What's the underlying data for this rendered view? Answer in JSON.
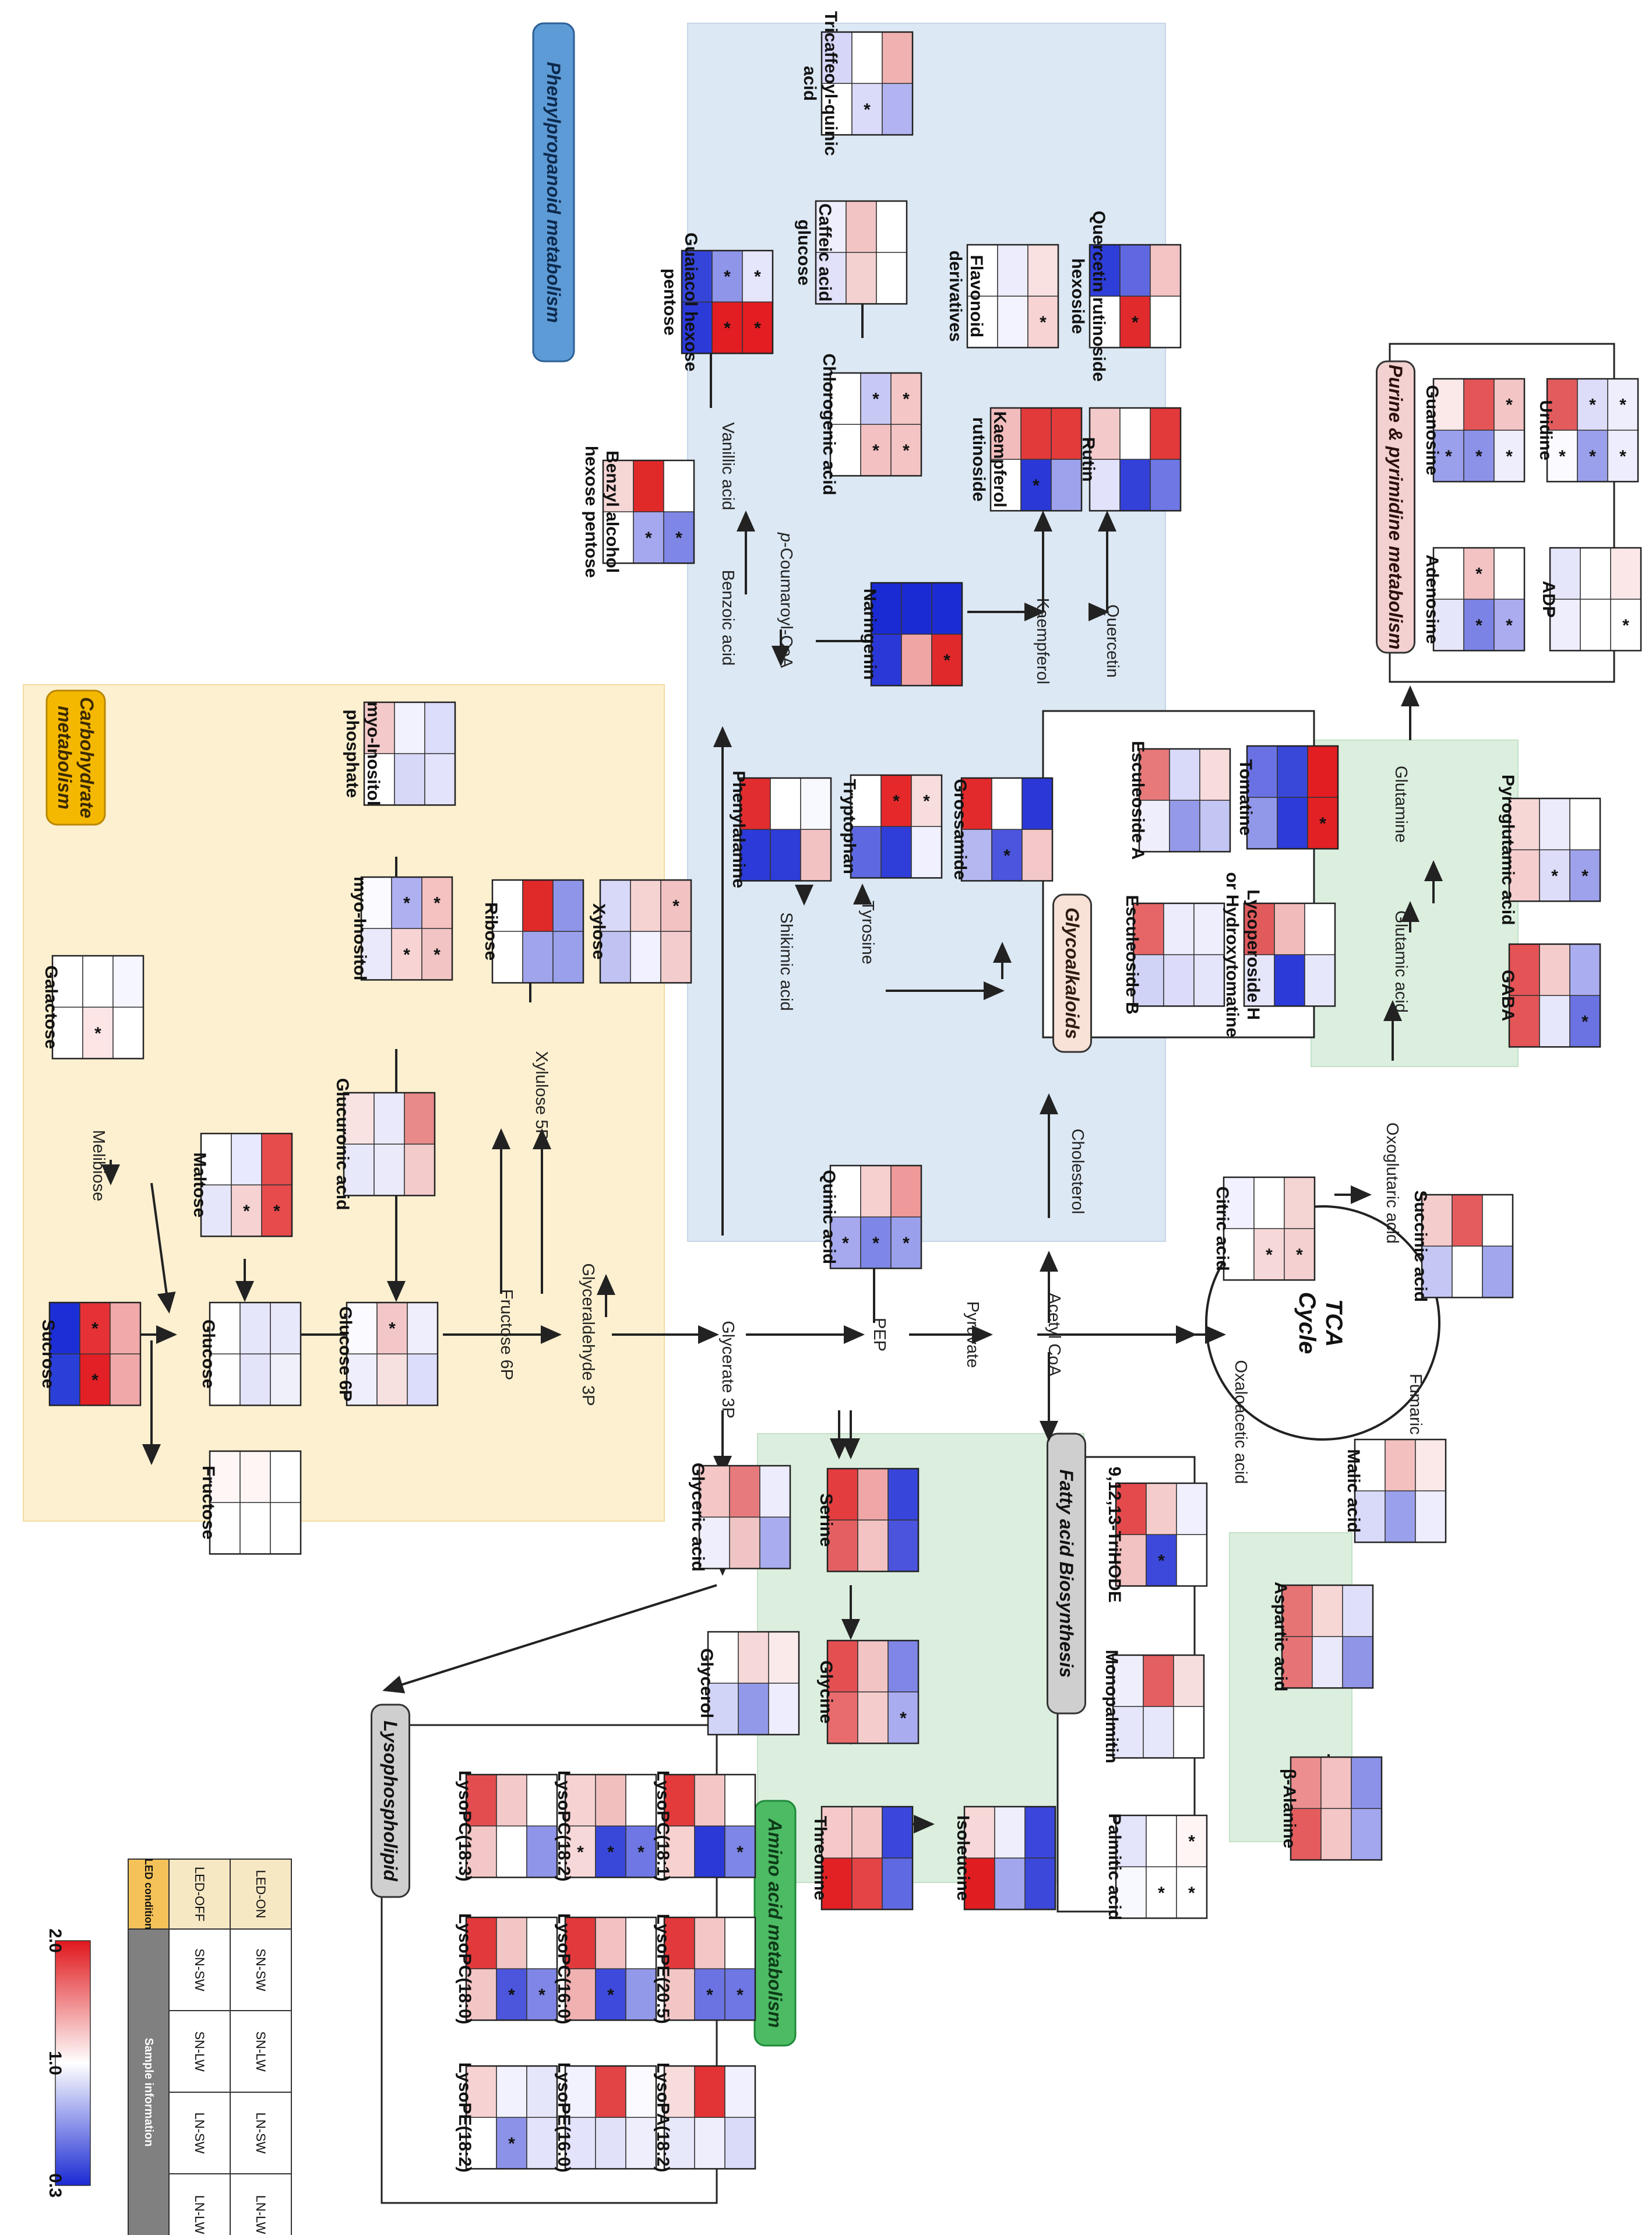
{
  "pathways": [
    {
      "id": "carb",
      "title": "Carbohydrate metabolism",
      "fill": "#fdf0d0"
    },
    {
      "id": "phenyl",
      "title": "Phenylpropanoid metabolism",
      "fill": "#dce8f3"
    },
    {
      "id": "amino",
      "title": "Amino acid metabolism",
      "fill": "#dcefdf"
    },
    {
      "id": "glyco",
      "title": "Glycoalkaloids",
      "fill": "#f8e1d6"
    },
    {
      "id": "fatty",
      "title": "Fatty acid Biosynthesis",
      "fill": "#d0d0d0"
    },
    {
      "id": "lyso",
      "title": "Lysophospholipid",
      "fill": "#d0d0d0"
    },
    {
      "id": "purine",
      "title": "Purine & pyrimidine metabolism",
      "fill": "#f3d1d1"
    },
    {
      "id": "tca",
      "title": "TCA Cycle",
      "fill": "#ffffff"
    }
  ],
  "intermediates": [
    "Melibiose",
    "Fructose 6P",
    "Glyceraldehyde 3P",
    "Xylulose 5P",
    "Glycerate 3P",
    "PEP",
    "Pyruvate",
    "Acetyl CoA",
    "Benzoic acid",
    "Vanillic acid",
    "p-Coumaroyl-CoA",
    "Shikimic acid",
    "Tyrosine",
    "Kaempferol",
    "Quercetin",
    "Cholesterol",
    "Oxaloacetic acid",
    "Fumaric acid",
    "Oxoglutaric acid",
    "Glutamic acid",
    "Glutamine"
  ],
  "metabolites": [
    {
      "name": "Sucrose",
      "cells": [
        [
          "#1c2fd6",
          "#e63236",
          "#f2a9a9"
        ],
        [
          "#2a3fd8",
          "#e22025",
          "#f0a8a8"
        ]
      ],
      "stars": [
        [
          0,
          1
        ],
        [
          1,
          1
        ]
      ]
    },
    {
      "name": "Galactose",
      "cells": [
        [
          "#ffffff",
          "#ffffff",
          "#f6f6ff"
        ],
        [
          "#ffffff",
          "#fde5e5",
          "#ffffff"
        ]
      ],
      "stars": [
        [
          1,
          1
        ]
      ]
    },
    {
      "name": "Maltose",
      "cells": [
        [
          "#ffffff",
          "#e8e8ff",
          "#e54c4c"
        ],
        [
          "#e6e6fb",
          "#f6d2d2",
          "#e74b4b"
        ]
      ],
      "stars": [
        [
          1,
          1
        ],
        [
          1,
          2
        ]
      ]
    },
    {
      "name": "Glucose",
      "cells": [
        [
          "#ffffff",
          "#e6e6fb",
          "#e8e8fb"
        ],
        [
          "#ffffff",
          "#e3e3fa",
          "#f0f0fb"
        ]
      ],
      "stars": []
    },
    {
      "name": "Fructose",
      "cells": [
        [
          "#fff6f6",
          "#fff5f5",
          "#ffffff"
        ],
        [
          "#ffffff",
          "#ffffff",
          "#ffffff"
        ]
      ],
      "stars": []
    },
    {
      "name": "Glucose 6P",
      "cells": [
        [
          "#fbfbff",
          "#f3c7c7",
          "#eeeefd"
        ],
        [
          "#eeeefc",
          "#f7e0e0",
          "#dcdcfb"
        ]
      ],
      "stars": [
        [
          0,
          1
        ]
      ]
    },
    {
      "name": "Glucuronic acid",
      "cells": [
        [
          "#f8e2e2",
          "#e9e9fb",
          "#e88a8a"
        ],
        [
          "#e8e8fb",
          "#eaeafb",
          "#f3cbcb"
        ]
      ],
      "stars": []
    },
    {
      "name": "myo-Inositol",
      "cells": [
        [
          "#fbfbff",
          "#aeb0f0",
          "#f6c1c1"
        ],
        [
          "#e9e9fb",
          "#f7d3d3",
          "#f3c4c4"
        ]
      ],
      "stars": [
        [
          0,
          1
        ],
        [
          0,
          2
        ],
        [
          1,
          1
        ],
        [
          1,
          2
        ]
      ]
    },
    {
      "name": "myo-Inositol phosphate",
      "cells": [
        [
          "#f4c9c9",
          "#f2f2ff",
          "#dcdcfb"
        ],
        [
          "#ffffff",
          "#d7d7f8",
          "#e3e3fb"
        ]
      ],
      "stars": []
    },
    {
      "name": "Ribose",
      "cells": [
        [
          "#ffffff",
          "#e02929",
          "#8f95e8"
        ],
        [
          "#ffffff",
          "#a0a4ec",
          "#9aa0eb"
        ]
      ],
      "stars": []
    },
    {
      "name": "Xylose",
      "cells": [
        [
          "#d8d8f9",
          "#f6d3d3",
          "#f2c1c1"
        ],
        [
          "#c0c3f2",
          "#f1f1ff",
          "#f3cdcd"
        ]
      ],
      "stars": [
        [
          0,
          2
        ]
      ]
    },
    {
      "name": "Benzyl alcohol hexose pentose",
      "cells": [
        [
          "#f7d6d6",
          "#e02a2a",
          "#ffffff"
        ],
        [
          "#ffffff",
          "#a5a8ee",
          "#7e86e6"
        ]
      ],
      "stars": [
        [
          1,
          1
        ],
        [
          1,
          2
        ]
      ]
    },
    {
      "name": "Guaiacol hexose pentose",
      "cells": [
        [
          "#3545da",
          "#8f95e8",
          "#e5e5fb"
        ],
        [
          "#2c3ad8",
          "#e21e22",
          "#e31d21"
        ]
      ],
      "stars": [
        [
          0,
          1
        ],
        [
          0,
          2
        ],
        [
          1,
          1
        ],
        [
          1,
          2
        ]
      ]
    },
    {
      "name": "Chlorogenic acid",
      "cells": [
        [
          "#ffffff",
          "#c7c9f4",
          "#f4c6c6"
        ],
        [
          "#ffffff",
          "#f3c1c1",
          "#f4c4c4"
        ]
      ],
      "stars": [
        [
          0,
          1
        ],
        [
          0,
          2
        ],
        [
          1,
          1
        ],
        [
          1,
          2
        ]
      ]
    },
    {
      "name": "Caffeic acid glucose",
      "cells": [
        [
          "#eeeefd",
          "#f3c4c4",
          "#ffffff"
        ],
        [
          "#e1e1fa",
          "#f3d1d1",
          "#ffffff"
        ]
      ],
      "stars": []
    },
    {
      "name": "Tricaffeoyl-quinic acid",
      "cells": [
        [
          "#d6d6f8",
          "#ffffff",
          "#f0b1b1"
        ],
        [
          "#ffffff",
          "#dadaf9",
          "#b1b4f0"
        ]
      ],
      "stars": [
        [
          1,
          1
        ]
      ]
    },
    {
      "name": "Naringenin",
      "cells": [
        [
          "#1a2bd3",
          "#1b2bd3",
          "#1c2cd4"
        ],
        [
          "#2a38d7",
          "#f0a5a5",
          "#e0292b"
        ]
      ],
      "stars": [
        [
          1,
          2
        ]
      ]
    },
    {
      "name": "Flavonoid derivatives",
      "cells": [
        [
          "#ffffff",
          "#ececfc",
          "#f9e1e1"
        ],
        [
          "#ffffff",
          "#f3f3ff",
          "#f7d3d3"
        ]
      ],
      "stars": [
        [
          1,
          2
        ]
      ]
    },
    {
      "name": "Kaempferol rutinoside",
      "cells": [
        [
          "#f2bcbc",
          "#e23a3a",
          "#e33a3a"
        ],
        [
          "#ffffff",
          "#2a38d7",
          "#9ea2ec"
        ]
      ],
      "stars": [
        [
          1,
          1
        ]
      ]
    },
    {
      "name": "Quercetin rutinoside hexoside",
      "cells": [
        [
          "#2e3ed8",
          "#5f68e1",
          "#f4c4c4"
        ],
        [
          "#ffffff",
          "#e12a2c",
          "#ffffff"
        ]
      ],
      "stars": [
        [
          1,
          1
        ]
      ]
    },
    {
      "name": "Rutin",
      "cells": [
        [
          "#f4c9c9",
          "#ffffff",
          "#e23a3a"
        ],
        [
          "#e2e2fb",
          "#3441d9",
          "#6e77e4"
        ]
      ],
      "stars": []
    },
    {
      "name": "Phenylalanine",
      "cells": [
        [
          "#e22d30",
          "#ffffff",
          "#f8f8ff"
        ],
        [
          "#2b3ad8",
          "#2e3cd8",
          "#f2c2c2"
        ]
      ],
      "stars": []
    },
    {
      "name": "Tryptophan",
      "cells": [
        [
          "#ffffff",
          "#e5292b",
          "#f8dddd"
        ],
        [
          "#5e69e1",
          "#2f3ed8",
          "#f0f0ff"
        ]
      ],
      "stars": [
        [
          0,
          1
        ],
        [
          0,
          2
        ]
      ]
    },
    {
      "name": "Grossamide",
      "cells": [
        [
          "#e22a2c",
          "#ffffff",
          "#2b38d7"
        ],
        [
          "#b4b7f0",
          "#4b55dd",
          "#f4c8c8"
        ]
      ],
      "stars": [
        [
          1,
          1
        ]
      ]
    },
    {
      "name": "Quinic acid",
      "cells": [
        [
          "#ffffff",
          "#f6cfcf",
          "#ef9a9a"
        ],
        [
          "#a6a9ee",
          "#7e86e6",
          "#9aa0eb"
        ]
      ],
      "stars": [
        [
          1,
          0
        ],
        [
          1,
          1
        ],
        [
          1,
          2
        ]
      ]
    },
    {
      "name": "Esculeoside A",
      "cells": [
        [
          "#e7797b",
          "#d9d9f9",
          "#f8dcdc"
        ],
        [
          "#eeeefd",
          "#9499e9",
          "#c3c6f3"
        ]
      ],
      "stars": []
    },
    {
      "name": "Tomatine",
      "cells": [
        [
          "#6a72e3",
          "#3a48da",
          "#e21e22"
        ],
        [
          "#9298e9",
          "#2d3bd8",
          "#e12124"
        ]
      ],
      "stars": [
        [
          1,
          2
        ]
      ]
    },
    {
      "name": "Esculeoside B",
      "cells": [
        [
          "#e66567",
          "#ececfc",
          "#eeeefd"
        ],
        [
          "#d0d2f6",
          "#dcdcfa",
          "#e4e4fb"
        ]
      ],
      "stars": []
    },
    {
      "name": "Lycoperoside H or Hydroxytomatine",
      "cells": [
        [
          "#e15b5d",
          "#f2bbbb",
          "#ffffff"
        ],
        [
          "#e6e6fb",
          "#2c3ad8",
          "#e7e7fb"
        ]
      ],
      "stars": []
    },
    {
      "name": "Citric acid",
      "cells": [
        [
          "#f1f1ff",
          "#ffffff",
          "#f5d4d4"
        ],
        [
          "#ffffff",
          "#f7d8d8",
          "#f4d0d0"
        ]
      ],
      "stars": [
        [
          1,
          1
        ],
        [
          1,
          2
        ]
      ]
    },
    {
      "name": "Succinic acid",
      "cells": [
        [
          "#f5cccc",
          "#e55c5e",
          "#ffffff"
        ],
        [
          "#c4c7f3",
          "#ffffff",
          "#a2a6ed"
        ]
      ],
      "stars": []
    },
    {
      "name": "Malic acid",
      "cells": [
        [
          "#ffffff",
          "#f3bfbf",
          "#fbe9e9"
        ],
        [
          "#d9d9f9",
          "#9aa0eb",
          "#ededfd"
        ]
      ],
      "stars": []
    },
    {
      "name": "Glyceric acid",
      "cells": [
        [
          "#f4c6c6",
          "#e77a7c",
          "#ececfd"
        ],
        [
          "#eeeefd",
          "#f0c4c4",
          "#a9acee"
        ]
      ],
      "stars": []
    },
    {
      "name": "Glycerol",
      "cells": [
        [
          "#ffffff",
          "#f7d8d8",
          "#fbeaea"
        ],
        [
          "#d2d4f7",
          "#9399e9",
          "#ededfd"
        ]
      ],
      "stars": []
    },
    {
      "name": "Serine",
      "cells": [
        [
          "#e33d3f",
          "#f0a6a6",
          "#3845da"
        ],
        [
          "#e35f61",
          "#f3c2c2",
          "#4a54dc"
        ]
      ],
      "stars": []
    },
    {
      "name": "Glycine",
      "cells": [
        [
          "#e44f51",
          "#f3c4c4",
          "#7f86e6"
        ],
        [
          "#e86b6d",
          "#f5cccc",
          "#a9acee"
        ]
      ],
      "stars": [
        [
          1,
          2
        ]
      ]
    },
    {
      "name": "Threonine",
      "cells": [
        [
          "#f5c9c9",
          "#f3c6c6",
          "#3a47da"
        ],
        [
          "#e22124",
          "#e44445",
          "#5f69e1"
        ]
      ],
      "stars": []
    },
    {
      "name": "Isoleucine",
      "cells": [
        [
          "#f7d7d7",
          "#eeeefd",
          "#3b47da"
        ],
        [
          "#e01e21",
          "#a2a6ed",
          "#3c48da"
        ]
      ],
      "stars": []
    },
    {
      "name": "Palmitic acid",
      "cells": [
        [
          "#e4e4fb",
          "#ffffff",
          "#fff5f5"
        ],
        [
          "#f8f8ff",
          "#ffffff",
          "#ffffff"
        ]
      ],
      "stars": [
        [
          0,
          2
        ],
        [
          1,
          1
        ],
        [
          1,
          2
        ]
      ]
    },
    {
      "name": "Monopalmitin",
      "cells": [
        [
          "#eeeefd",
          "#e35f61",
          "#f7dede"
        ],
        [
          "#e6e6fb",
          "#e7e7fb",
          "#ffffff"
        ]
      ],
      "stars": []
    },
    {
      "name": "9,12,13-TriHODE",
      "cells": [
        [
          "#e44a4c",
          "#f5cccc",
          "#f0f0ff"
        ],
        [
          "#f2c1c1",
          "#3d49da",
          "#ffffff"
        ]
      ],
      "stars": [
        [
          1,
          1
        ]
      ]
    },
    {
      "name": "Aspartic acid",
      "cells": [
        [
          "#e67475",
          "#f7d6d6",
          "#dfdffa"
        ],
        [
          "#e67476",
          "#e9e9fb",
          "#9095e8"
        ]
      ],
      "stars": []
    },
    {
      "name": "β-Alanine",
      "cells": [
        [
          "#ec8e8f",
          "#f3c1c1",
          "#8b92e8"
        ],
        [
          "#e55c5e",
          "#f4c6c6",
          "#a3a7ed"
        ]
      ],
      "stars": []
    },
    {
      "name": "GABA",
      "cells": [
        [
          "#e45355",
          "#f5cccc",
          "#aaadef"
        ],
        [
          "#e45557",
          "#e7e7fb",
          "#6b73e3"
        ]
      ],
      "stars": [
        [
          1,
          2
        ]
      ]
    },
    {
      "name": "Pyroglutamic acid",
      "cells": [
        [
          "#f7d6d6",
          "#ebebfc",
          "#ffffff"
        ],
        [
          "#f5cdcd",
          "#ddddfa",
          "#9ea2ec"
        ]
      ],
      "stars": [
        [
          1,
          1
        ],
        [
          1,
          2
        ]
      ]
    },
    {
      "name": "Adenosine",
      "cells": [
        [
          "#ffffff",
          "#f3c3c3",
          "#ffffff"
        ],
        [
          "#e6e6fb",
          "#7b83e5",
          "#ababef"
        ]
      ],
      "stars": [
        [
          0,
          1
        ],
        [
          1,
          1
        ],
        [
          1,
          2
        ]
      ]
    },
    {
      "name": "Guanosine",
      "cells": [
        [
          "#fbe8e8",
          "#e45557",
          "#f4c5c5"
        ],
        [
          "#9aa0eb",
          "#8c92e8",
          "#eeeefd"
        ]
      ],
      "stars": [
        [
          0,
          2
        ],
        [
          1,
          0
        ],
        [
          1,
          1
        ],
        [
          1,
          2
        ]
      ]
    },
    {
      "name": "ADP",
      "cells": [
        [
          "#e6e6fb",
          "#ffffff",
          "#fbe7e7"
        ],
        [
          "#eeeefd",
          "#ffffff",
          "#ffffff"
        ]
      ],
      "stars": [
        [
          1,
          2
        ]
      ]
    },
    {
      "name": "Uridine",
      "cells": [
        [
          "#e25c5e",
          "#ddddfa",
          "#eeeefd"
        ],
        [
          "#fbfbff",
          "#9aa0eb",
          "#ededfd"
        ]
      ],
      "stars": [
        [
          0,
          1
        ],
        [
          0,
          2
        ],
        [
          1,
          0
        ],
        [
          1,
          1
        ],
        [
          1,
          2
        ]
      ]
    },
    {
      "name": "LysoPE(18:2)",
      "cells": [
        [
          "#f7d2d2",
          "#f2f2ff",
          "#e6e6fb"
        ],
        [
          "#ffffff",
          "#8c92e8",
          "#e3e3fb"
        ]
      ],
      "stars": [
        [
          1,
          1
        ]
      ]
    },
    {
      "name": "LysoPC(18:0)",
      "cells": [
        [
          "#e23a3c",
          "#f3c6c6",
          "#ffffff"
        ],
        [
          "#f3c6c6",
          "#4c56dd",
          "#7f86e6"
        ]
      ],
      "stars": [
        [
          1,
          1
        ],
        [
          1,
          2
        ]
      ]
    },
    {
      "name": "LysoPC(18:3)",
      "cells": [
        [
          "#e44d4f",
          "#f4c9c9",
          "#ffffff"
        ],
        [
          "#f3c7c7",
          "#ffffff",
          "#8f95e8"
        ]
      ],
      "stars": []
    },
    {
      "name": "LysoPE(16:0)",
      "cells": [
        [
          "#f2f2ff",
          "#e24345",
          "#fbfbff"
        ],
        [
          "#e3e3fb",
          "#e1e1fa",
          "#eeeefd"
        ]
      ],
      "stars": []
    },
    {
      "name": "LysoPC(16:0)",
      "cells": [
        [
          "#e23a3c",
          "#f3c1c1",
          "#ffffff"
        ],
        [
          "#f0b1b1",
          "#3e4adb",
          "#9399e9"
        ]
      ],
      "stars": [
        [
          1,
          1
        ]
      ]
    },
    {
      "name": "LysoPC(18:2)",
      "cells": [
        [
          "#f6d2d2",
          "#f2bfbf",
          "#ffffff"
        ],
        [
          "#f7d8d8",
          "#3a48da",
          "#6e77e4"
        ]
      ],
      "stars": [
        [
          1,
          0
        ],
        [
          1,
          1
        ],
        [
          1,
          2
        ]
      ]
    },
    {
      "name": "LysoPA(18:2)",
      "cells": [
        [
          "#f8dcdc",
          "#e23436",
          "#f0f0ff"
        ],
        [
          "#e8e8fb",
          "#eeeefd",
          "#dadaf9"
        ]
      ],
      "stars": []
    },
    {
      "name": "LysoPE(20:5)",
      "cells": [
        [
          "#e23a3c",
          "#f4c6c6",
          "#ffffff"
        ],
        [
          "#f3c6c6",
          "#6b73e3",
          "#6f77e4"
        ]
      ],
      "stars": [
        [
          1,
          1
        ],
        [
          1,
          2
        ]
      ]
    },
    {
      "name": "LysoPC(18:1)",
      "cells": [
        [
          "#e33a3c",
          "#f4c6c6",
          "#ffffff"
        ],
        [
          "#f7d0d0",
          "#2b39d7",
          "#7e86e6"
        ]
      ],
      "stars": [
        [
          1,
          2
        ]
      ]
    }
  ],
  "legend": {
    "scale_min": "0.3",
    "scale_mid": "1.0",
    "scale_max": "2.0",
    "color_min": "#1a2ad4",
    "color_mid": "#ffffff",
    "color_max": "#e0171c",
    "header_condition": "LED condition",
    "header_sample": "Sample information",
    "row_off": "LED-OFF",
    "row_on": "LED-ON",
    "samples": [
      "SN-SW",
      "SN-LW",
      "LN-SW",
      "LN-LW"
    ]
  }
}
